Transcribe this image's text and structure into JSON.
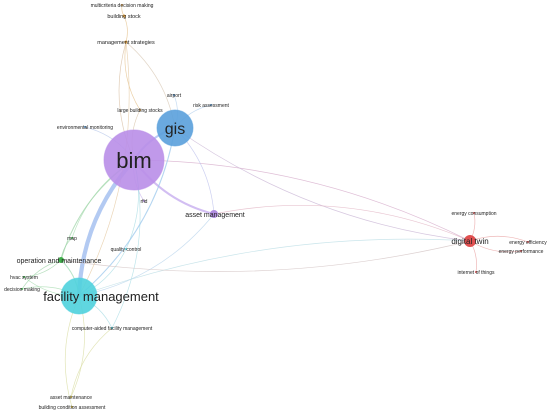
{
  "nodes": [
    {
      "id": "bim",
      "label": "bim",
      "color": "#b98ee8"
    },
    {
      "id": "gis",
      "label": "gis",
      "color": "#5aa0dc"
    },
    {
      "id": "facility-management",
      "label": "facility management",
      "color": "#4fd1dd"
    },
    {
      "id": "digital-twin",
      "label": "digital twin",
      "color": "#e05050"
    },
    {
      "id": "asset-management",
      "label": "asset management",
      "color": "#b08de0"
    },
    {
      "id": "operation-and-maintenance",
      "label": "operation and maintenance",
      "color": "#3fae4a"
    },
    {
      "id": "management-strategies",
      "label": "management strategies",
      "color": "#e0a040"
    },
    {
      "id": "building-stock",
      "label": "building stock",
      "color": "#e0a040"
    },
    {
      "id": "multicriteria-decision-making",
      "label": "multicriteria decision making",
      "color": "#e0a040"
    },
    {
      "id": "airport",
      "label": "airport",
      "color": "#5aa0dc"
    },
    {
      "id": "risk-assessment",
      "label": "risk assessment",
      "color": "#5aa0dc"
    },
    {
      "id": "large-building-stocks",
      "label": "large building stocks",
      "color": "#e0a040"
    },
    {
      "id": "environmental-monitoring",
      "label": "environmental monitoring",
      "color": "#5aa0dc"
    },
    {
      "id": "rfid",
      "label": "rfid",
      "color": "#b08de0"
    },
    {
      "id": "map",
      "label": "map",
      "color": "#3fae4a"
    },
    {
      "id": "quality-control",
      "label": "quality control",
      "color": "#4fd1dd"
    },
    {
      "id": "hvac-system",
      "label": "hvac system",
      "color": "#3fae4a"
    },
    {
      "id": "decision-making",
      "label": "decision making",
      "color": "#3fae4a"
    },
    {
      "id": "computer-aided-facility-management",
      "label": "computer-aided facility management",
      "color": "#4fd1dd"
    },
    {
      "id": "asset-maintenance",
      "label": "asset maintenance",
      "color": "#e0c040"
    },
    {
      "id": "building-condition-assessment",
      "label": "building condition assessment",
      "color": "#e0c040"
    },
    {
      "id": "energy-consumption",
      "label": "energy consumption",
      "color": "#e05050"
    },
    {
      "id": "energy-efficiency",
      "label": "energy efficiency",
      "color": "#e05050"
    },
    {
      "id": "energy-performance",
      "label": "energy performance",
      "color": "#e05050"
    },
    {
      "id": "internet-of-things",
      "label": "internet of things",
      "color": "#e05050"
    }
  ],
  "edges": [
    {
      "from": "bim",
      "to": "facility-management",
      "weight": 6,
      "color": "#9ab8ee"
    },
    {
      "from": "bim",
      "to": "gis",
      "weight": 3,
      "color": "#a6b8f0"
    },
    {
      "from": "bim",
      "to": "asset-management",
      "weight": 3,
      "color": "#c3a8ee"
    },
    {
      "from": "bim",
      "to": "digital-twin",
      "weight": 1,
      "color": "#d4a8c8"
    },
    {
      "from": "bim",
      "to": "operation-and-maintenance",
      "weight": 1.5,
      "color": "#9fd4a8"
    },
    {
      "from": "bim",
      "to": "management-strategies",
      "weight": 1,
      "color": "#d8bda0"
    },
    {
      "from": "bim",
      "to": "environmental-monitoring",
      "weight": 1,
      "color": "#b8c8ea"
    },
    {
      "from": "bim",
      "to": "large-building-stocks",
      "weight": 1,
      "color": "#d8c4a8"
    },
    {
      "from": "bim",
      "to": "rfid",
      "weight": 1,
      "color": "#cbb8ec"
    },
    {
      "from": "bim",
      "to": "quality-control",
      "weight": 1,
      "color": "#a8dce4"
    },
    {
      "from": "bim",
      "to": "map",
      "weight": 1,
      "color": "#a8dcb0"
    },
    {
      "from": "bim",
      "to": "computer-aided-facility-management",
      "weight": 1,
      "color": "#a8dce4"
    },
    {
      "from": "gis",
      "to": "digital-twin",
      "weight": 1,
      "color": "#c8b4d4"
    },
    {
      "from": "gis",
      "to": "facility-management",
      "weight": 1.5,
      "color": "#9cc8ec"
    },
    {
      "from": "gis",
      "to": "airport",
      "weight": 1,
      "color": "#b4d0ee"
    },
    {
      "from": "gis",
      "to": "risk-assessment",
      "weight": 1,
      "color": "#b4d0ee"
    },
    {
      "from": "gis",
      "to": "management-strategies",
      "weight": 1,
      "color": "#d8c8b4"
    },
    {
      "from": "gis",
      "to": "asset-management",
      "weight": 1,
      "color": "#bcc0ec"
    },
    {
      "from": "facility-management",
      "to": "asset-management",
      "weight": 1,
      "color": "#b8d4ec"
    },
    {
      "from": "facility-management",
      "to": "digital-twin",
      "weight": 1,
      "color": "#b8dce4"
    },
    {
      "from": "facility-management",
      "to": "operation-and-maintenance",
      "weight": 1.5,
      "color": "#a0dcb8"
    },
    {
      "from": "facility-management",
      "to": "computer-aided-facility-management",
      "weight": 1,
      "color": "#a8dce4"
    },
    {
      "from": "facility-management",
      "to": "quality-control",
      "weight": 1,
      "color": "#a8dce4"
    },
    {
      "from": "facility-management",
      "to": "asset-maintenance",
      "weight": 1,
      "color": "#d8dca0"
    },
    {
      "from": "facility-management",
      "to": "building-condition-assessment",
      "weight": 1,
      "color": "#d8dca0"
    },
    {
      "from": "facility-management",
      "to": "hvac-system",
      "weight": 1,
      "color": "#a8dcb0"
    },
    {
      "from": "facility-management",
      "to": "decision-making",
      "weight": 1,
      "color": "#a8dcb0"
    },
    {
      "from": "asset-management",
      "to": "digital-twin",
      "weight": 1,
      "color": "#e0b0c0"
    },
    {
      "from": "operation-and-maintenance",
      "to": "digital-twin",
      "weight": 1,
      "color": "#d0c0c0"
    },
    {
      "from": "operation-and-maintenance",
      "to": "hvac-system",
      "weight": 1,
      "color": "#9fd4a8"
    },
    {
      "from": "operation-and-maintenance",
      "to": "decision-making",
      "weight": 1,
      "color": "#9fd4a8"
    },
    {
      "from": "operation-and-maintenance",
      "to": "map",
      "weight": 1,
      "color": "#9fd4a8"
    },
    {
      "from": "management-strategies",
      "to": "building-stock",
      "weight": 1,
      "color": "#e4c08a"
    },
    {
      "from": "building-stock",
      "to": "multicriteria-decision-making",
      "weight": 1,
      "color": "#e4c08a"
    },
    {
      "from": "management-strategies",
      "to": "large-building-stocks",
      "weight": 1,
      "color": "#e4c08a"
    },
    {
      "from": "management-strategies",
      "to": "facility-management",
      "weight": 1,
      "color": "#e4c8a0"
    },
    {
      "from": "digital-twin",
      "to": "energy-consumption",
      "weight": 1,
      "color": "#e8a0a0"
    },
    {
      "from": "digital-twin",
      "to": "energy-efficiency",
      "weight": 1,
      "color": "#e8a0a0"
    },
    {
      "from": "digital-twin",
      "to": "energy-performance",
      "weight": 1,
      "color": "#e8a0a0"
    },
    {
      "from": "digital-twin",
      "to": "internet-of-things",
      "weight": 1,
      "color": "#e8a0a0"
    },
    {
      "from": "computer-aided-facility-management",
      "to": "asset-maintenance",
      "weight": 1,
      "color": "#d8dca0"
    }
  ]
}
